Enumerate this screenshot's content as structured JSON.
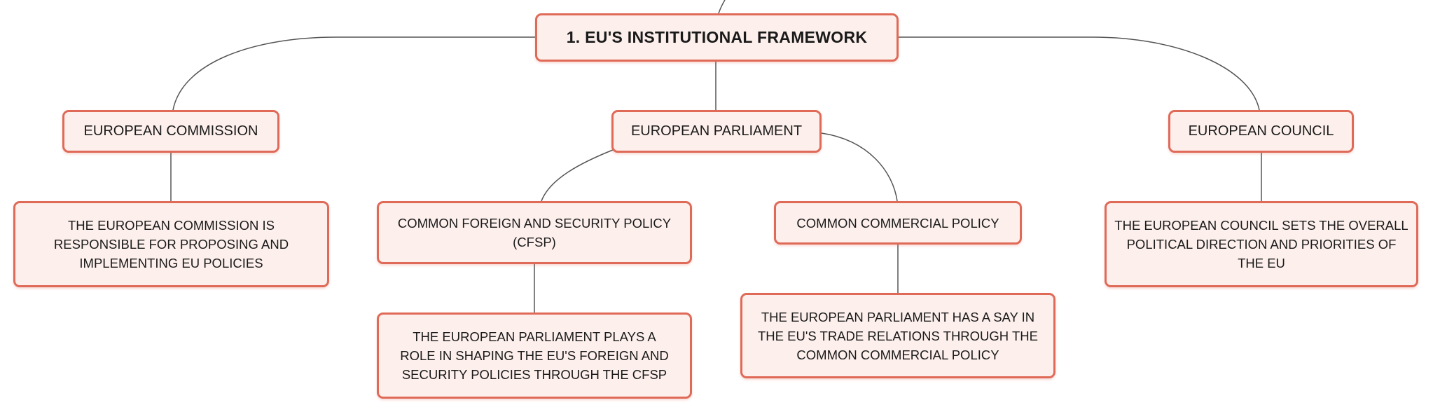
{
  "diagram": {
    "colors": {
      "node_fill": "#fdf0ec",
      "node_border": "#e06a58",
      "connector": "#555555",
      "text": "#1a1a1a"
    },
    "nodes": {
      "root": "1. EU'S INSTITUTIONAL FRAMEWORK",
      "commission": "EUROPEAN COMMISSION",
      "parliament": "EUROPEAN PARLIAMENT",
      "council": "EUROPEAN COUNCIL",
      "commission_desc": "THE EUROPEAN COMMISSION IS RESPONSIBLE FOR PROPOSING AND IMPLEMENTING EU POLICIES",
      "cfsp": "COMMON FOREIGN AND SECURITY POLICY (CFSP)",
      "ccp": "COMMON COMMERCIAL POLICY",
      "council_desc": "THE EUROPEAN COUNCIL SETS THE OVERALL POLITICAL DIRECTION AND PRIORITIES OF THE EU",
      "cfsp_desc": "THE EUROPEAN PARLIAMENT PLAYS A ROLE IN SHAPING THE EU'S FOREIGN AND SECURITY POLICIES THROUGH THE CFSP",
      "ccp_desc": "THE EUROPEAN PARLIAMENT HAS A SAY IN THE EU'S TRADE RELATIONS THROUGH THE COMMON COMMERCIAL POLICY"
    }
  }
}
